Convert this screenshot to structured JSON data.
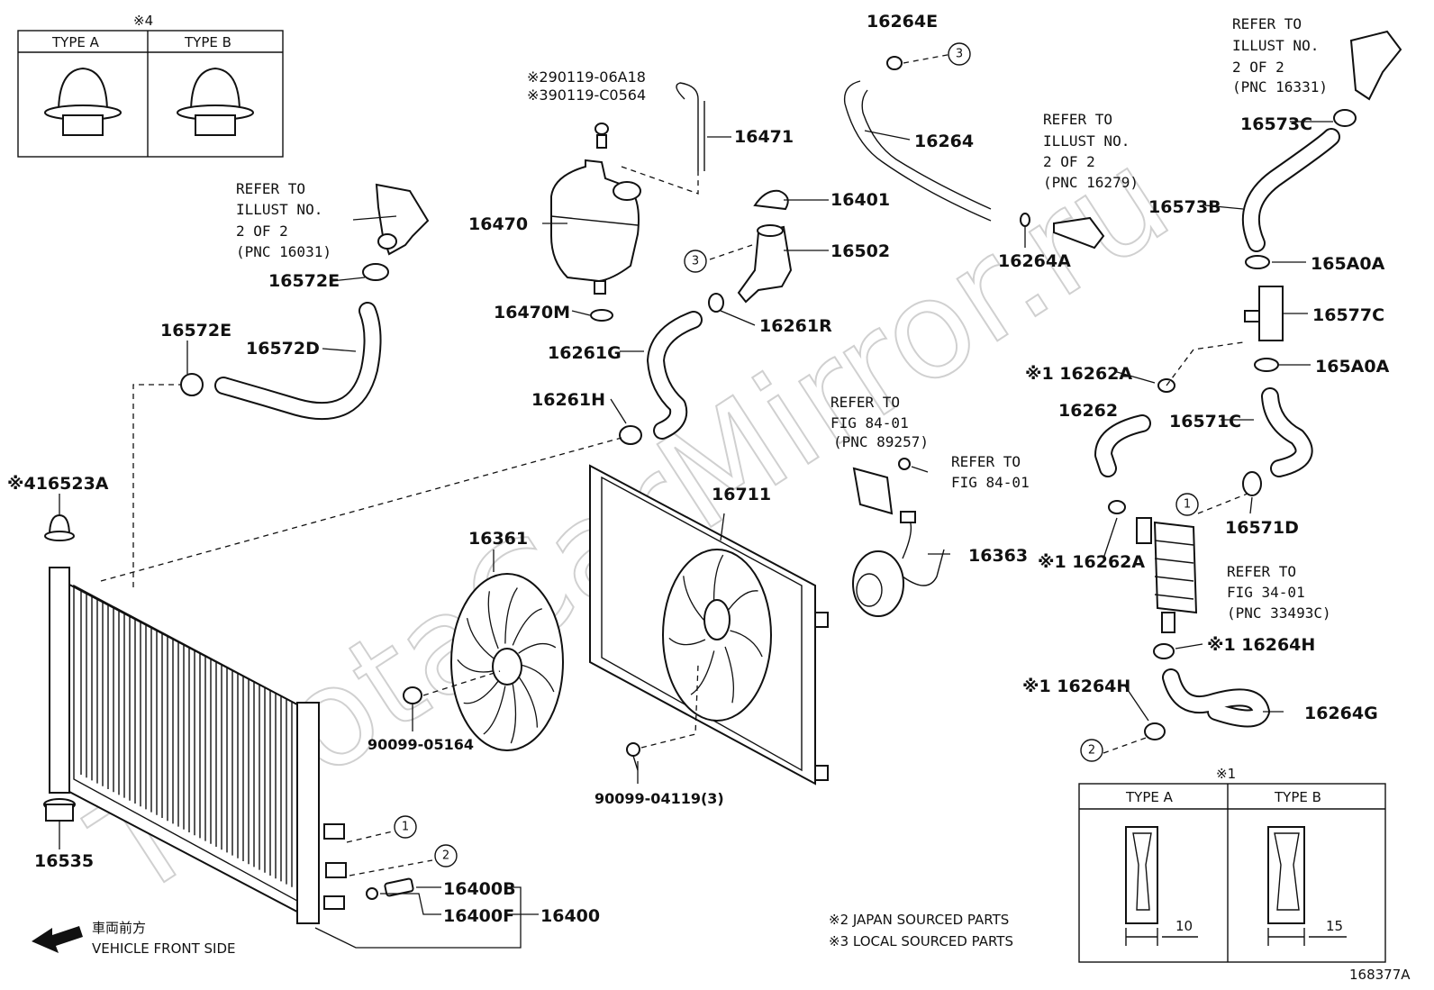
{
  "watermark": "ToyotaCarMirror.ru",
  "type_box_4": {
    "mark": "※4",
    "type_a": "TYPE A",
    "type_b": "TYPE B"
  },
  "type_box_1": {
    "mark": "※1",
    "type_a": "TYPE A",
    "type_b": "TYPE B",
    "dim_a": "10",
    "dim_b": "15"
  },
  "refer_notes": {
    "pnc_16031": [
      "REFER TO",
      "ILLUST NO.",
      "2 OF 2",
      "(PNC 16031)"
    ],
    "pnc_16279": [
      "REFER TO",
      "ILLUST NO.",
      "2 OF 2",
      "(PNC 16279)"
    ],
    "pnc_16331": [
      "REFER TO",
      "ILLUST NO.",
      "2 OF 2",
      "(PNC 16331)"
    ],
    "fig_84_01_pnc": [
      "REFER TO",
      "FIG 84-01",
      "(PNC 89257)"
    ],
    "fig_84_01": [
      "REFER TO",
      "FIG 84-01"
    ],
    "fig_34_01": [
      "REFER TO",
      "FIG 34-01",
      "(PNC 33493C)"
    ]
  },
  "part_labels": {
    "p16264E": "16264E",
    "p16264": "16264",
    "p16264A": "16264A",
    "p90119": "※290119-06A18",
    "p90119b": "※390119-C0564",
    "p16471": "16471",
    "p16470": "16470",
    "p16401": "16401",
    "p16502": "16502",
    "p16470M": "16470M",
    "p16261R": "16261R",
    "p16261G": "16261G",
    "p16261H": "16261H",
    "p16572E_top": "16572E",
    "p16572E": "16572E",
    "p16572D": "16572D",
    "p16523A": "※416523A",
    "p16573C": "16573C",
    "p16573B": "16573B",
    "p165A0A_top": "165A0A",
    "p16577C": "16577C",
    "p165A0A": "165A0A",
    "p16262A_top": "※1 16262A",
    "p16262": "16262",
    "p16571C": "16571C",
    "p16571D": "16571D",
    "p16262A": "※1 16262A",
    "p16711": "16711",
    "p16361": "16361",
    "p16363": "16363",
    "p90099_05164": "90099-05164",
    "p90099_04119": "90099-04119(3)",
    "p16264H_top": "※1 16264H",
    "p16264H": "※1 16264H",
    "p16264G": "16264G",
    "p16535": "16535",
    "p16400B": "16400B",
    "p16400F": "16400F",
    "p16400": "16400"
  },
  "circle_refs": {
    "c1": "1",
    "c2": "2",
    "c3": "3"
  },
  "front_side": {
    "jp": "車両前方",
    "en": "VEHICLE FRONT SIDE"
  },
  "footnotes": {
    "n2": "※2 JAPAN SOURCED PARTS",
    "n3": "※3 LOCAL SOURCED PARTS"
  },
  "diagram_id": "168377A"
}
